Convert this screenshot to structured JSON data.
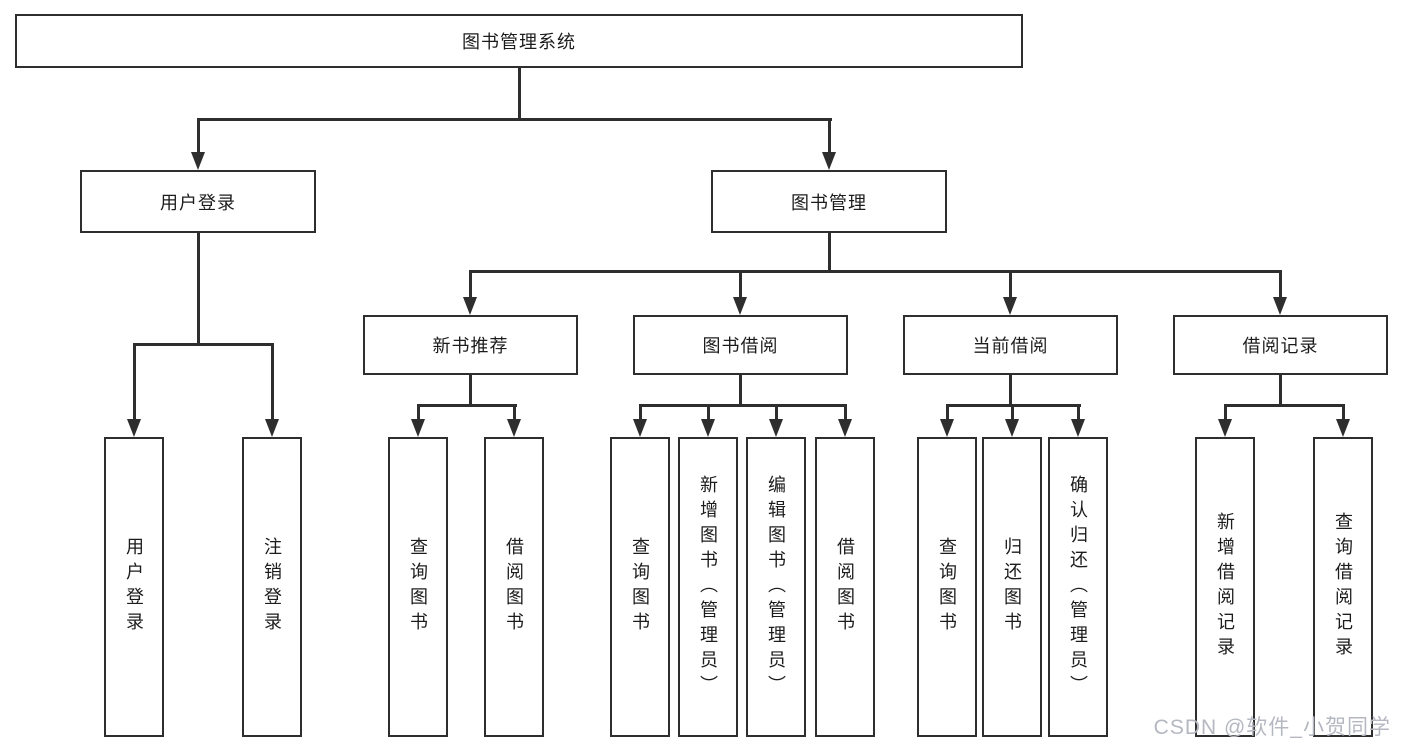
{
  "diagram_type": "hierarchy-tree",
  "colors": {
    "line": "#2e2e2e",
    "box_border": "#2e2e2e",
    "box_background": "#ffffff",
    "text": "#1c1c1c",
    "watermark": "#b5b8c1",
    "page_background": "#ffffff"
  },
  "tree": {
    "root": {
      "label": "图书管理系统",
      "children": [
        {
          "label": "用户登录",
          "children": [
            {
              "label": "用户登录"
            },
            {
              "label": "注销登录"
            }
          ]
        },
        {
          "label": "图书管理",
          "children": [
            {
              "label": "新书推荐",
              "children": [
                {
                  "label": "查询图书"
                },
                {
                  "label": "借阅图书"
                }
              ]
            },
            {
              "label": "图书借阅",
              "children": [
                {
                  "label": "查询图书"
                },
                {
                  "label": "新增图书（管理员）"
                },
                {
                  "label": "编辑图书（管理员）"
                },
                {
                  "label": "借阅图书"
                }
              ]
            },
            {
              "label": "当前借阅",
              "children": [
                {
                  "label": "查询图书"
                },
                {
                  "label": "归还图书"
                },
                {
                  "label": "确认归还（管理员）"
                }
              ]
            },
            {
              "label": "借阅记录",
              "children": [
                {
                  "label": "新增借阅记录"
                },
                {
                  "label": "查询借阅记录"
                }
              ]
            }
          ]
        }
      ]
    }
  },
  "watermark": {
    "text": "CSDN @软件_小贺同学"
  }
}
